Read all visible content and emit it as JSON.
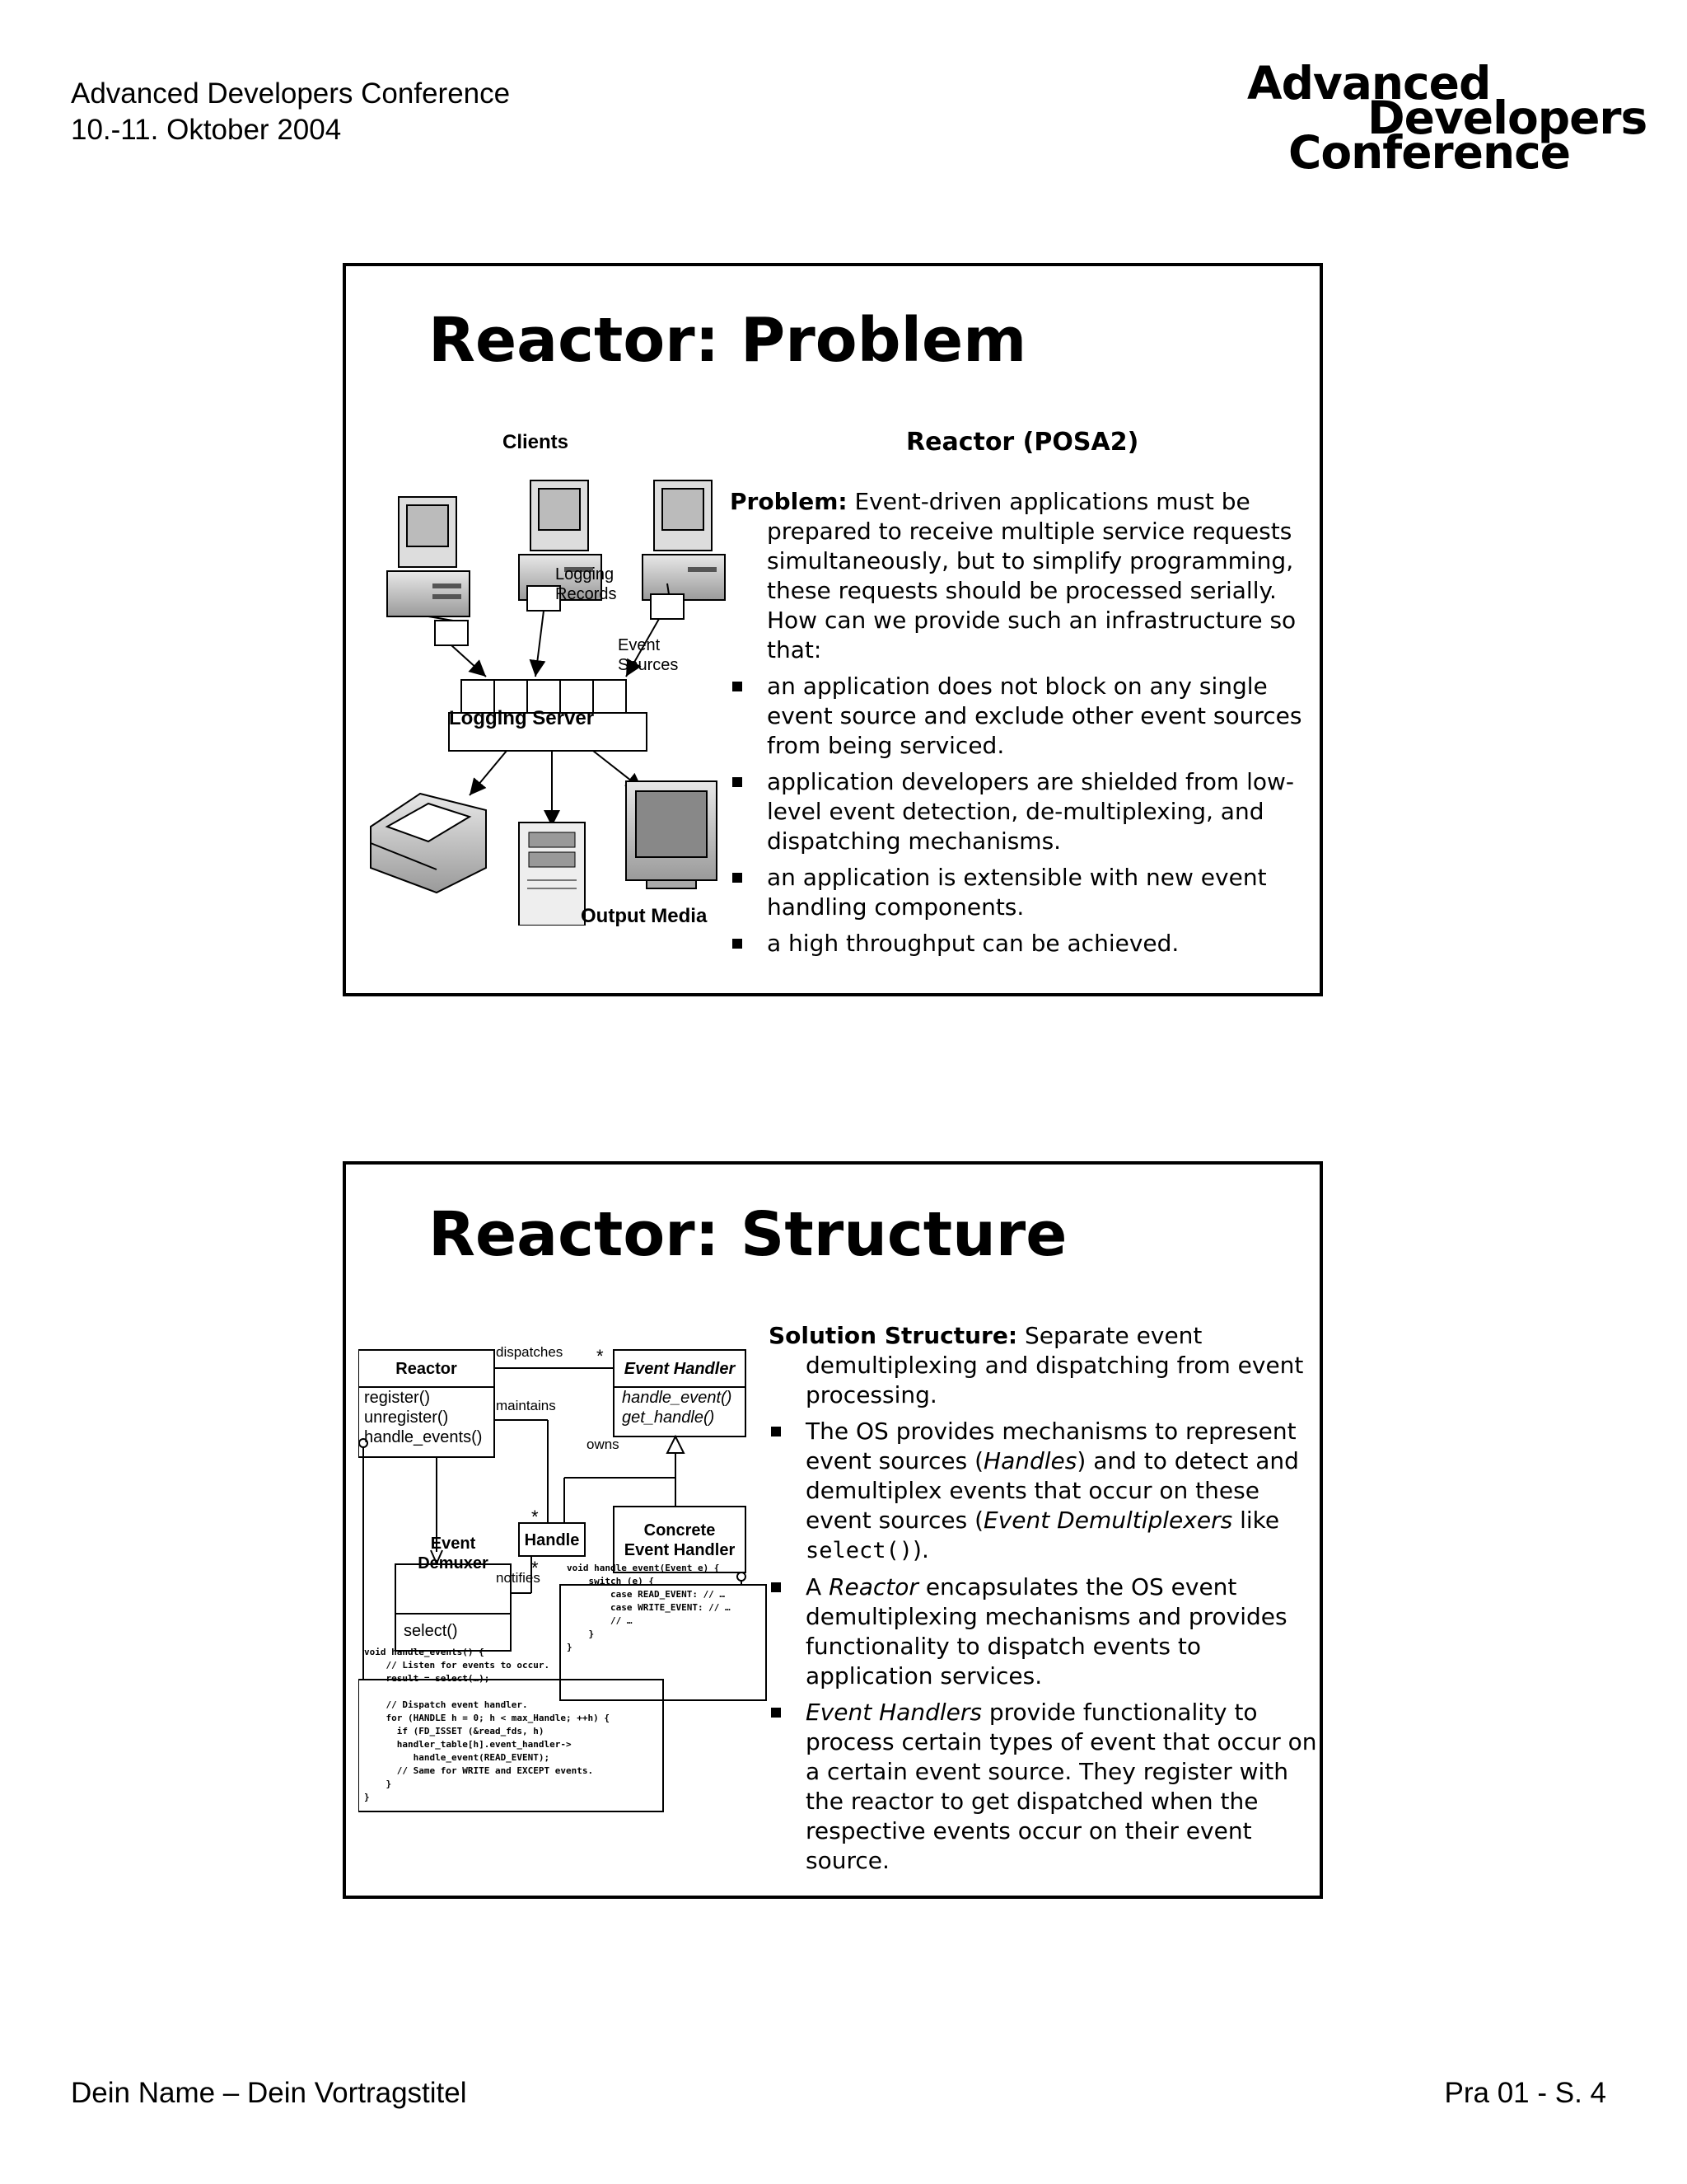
{
  "header": {
    "conference": "Advanced Developers Conference",
    "date": "10.-11. Oktober 2004",
    "logo_lines": [
      "Advanced",
      "Developers",
      "Conference"
    ]
  },
  "slide1": {
    "title": "Reactor: Problem",
    "diagram": {
      "clients_label": "Clients",
      "logging_records_label": "Logging\nRecords",
      "event_sources_label": "Event\nSources",
      "server_label": "Logging Server",
      "output_label": "Output Media"
    },
    "subtitle": "Reactor (POSA2)",
    "problem_label": "Problem:",
    "problem_first": "Event-driven applications must be",
    "problem_rest": "prepared to receive multiple service requests simultaneously, but to simplify programming, these requests should be processed serially. How can we provide such an infrastructure so that:",
    "bullets": [
      "an application does not block on any single event source and exclude other event sources from being serviced.",
      "application developers are shielded from low-level event detection, de-multiplexing, and dispatching mechanisms.",
      "an application is extensible with new event handling components.",
      "a high throughput can be achieved."
    ]
  },
  "slide2": {
    "title": "Reactor: Structure",
    "diagram": {
      "reactor": "Reactor",
      "reactor_methods": [
        "register()",
        "unregister()",
        "handle_events()"
      ],
      "event_handler": "Event Handler",
      "event_handler_methods": [
        "handle_event()",
        "get_handle()"
      ],
      "handle": "Handle",
      "concrete_handler": "Concrete\nEvent Handler",
      "event_demuxer": "Event\nDemuxer",
      "demuxer_method": "select()",
      "dispatches": "dispatches",
      "maintains": "maintains",
      "owns": "owns",
      "notifies": "notifies",
      "star": "*",
      "code_handle_event": "void handle_event(Event e) {\n    switch (e) {\n        case READ_EVENT: // …\n        case WRITE_EVENT: // …\n        // …\n    }\n}",
      "code_handle_events": "void handle_events() {\n    // Listen for events to occur.\n    result = select(…);\n\n    // Dispatch event handler.\n    for (HANDLE h = 0; h < max_Handle; ++h) {\n      if (FD_ISSET (&read_fds, h)\n      handler_table[h].event_handler->\n         handle_event(READ_EVENT);\n      // Same for WRITE and EXCEPT events.\n    }\n}"
    },
    "solution_label": "Solution Structure:",
    "solution_first": "Separate event",
    "solution_rest": "demultiplexing and dispatching from event processing.",
    "b1_a": "The OS provides mechanisms to represent event sources (",
    "b1_handles": "Handles",
    "b1_b": ") and to detect and demultiplex events that occur on these event sources (",
    "b1_demux": "Event Demultiplexers",
    "b1_c": " like ",
    "b1_code": "select()",
    "b1_d": ").",
    "b2_a": "A ",
    "b2_reactor": "Reactor",
    "b2_b": " encapsulates the OS event demultiplexing mechanisms and provides functionality to dispatch events to application services.",
    "b3_handlers": "Event Handlers",
    "b3_b": " provide functionality to process certain types of event that occur on a certain event source. They register with the reactor to get dispatched when the respective events occur on their event source."
  },
  "footer": {
    "left": "Dein Name – Dein Vortragstitel",
    "right": "Pra 01 - S. 4"
  }
}
